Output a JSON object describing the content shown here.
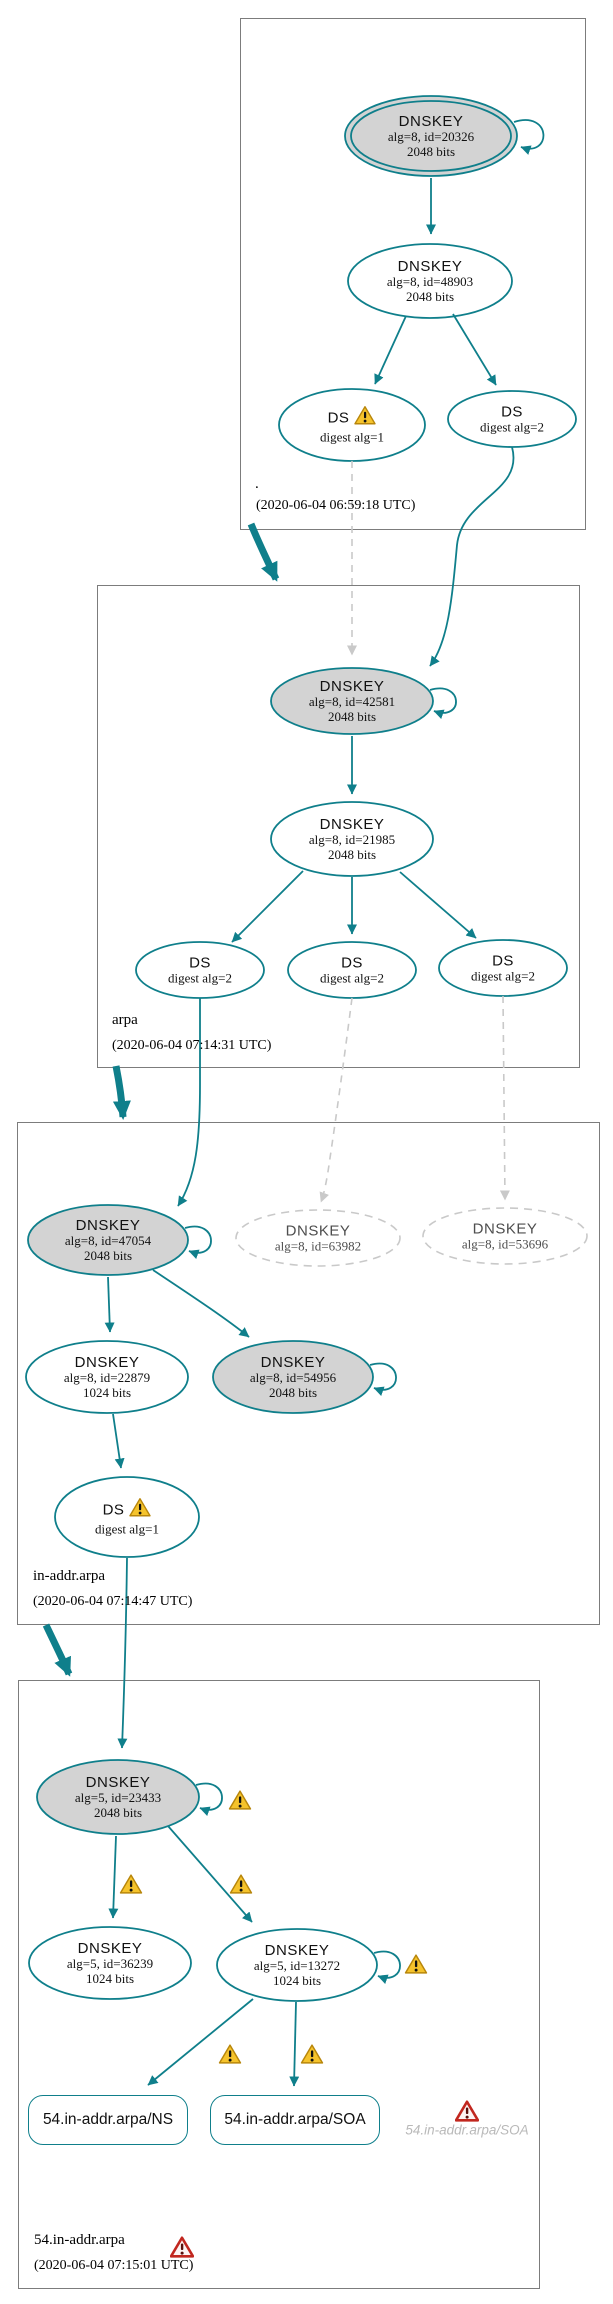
{
  "diagram_title": "DNSSEC authentication chain",
  "colors": {
    "secure_teal": "#0f7f8b",
    "key_fill_gray": "#d3d3d3",
    "ghost_gray": "#c9c9c9",
    "warning_yellow": "#f5c32c",
    "error_red": "#c1271f",
    "box_border_gray": "#7c7c7c"
  },
  "icons": {
    "warning": "warning-triangle-icon",
    "error": "error-triangle-icon"
  },
  "zones": {
    "root": {
      "label": ".",
      "timestamp": "(2020-06-04 06:59:18 UTC)",
      "ksk": {
        "type": "DNSKEY",
        "alg": "alg=8, id=20326",
        "bits": "2048 bits"
      },
      "zsk": {
        "type": "DNSKEY",
        "alg": "alg=8, id=48903",
        "bits": "2048 bits"
      },
      "ds1": {
        "type": "DS",
        "alg": "digest alg=1"
      },
      "ds2": {
        "type": "DS",
        "alg": "digest alg=2"
      }
    },
    "arpa": {
      "label": "arpa",
      "timestamp": "(2020-06-04 07:14:31 UTC)",
      "ksk": {
        "type": "DNSKEY",
        "alg": "alg=8, id=42581",
        "bits": "2048 bits"
      },
      "zsk": {
        "type": "DNSKEY",
        "alg": "alg=8, id=21985",
        "bits": "2048 bits"
      },
      "ds1": {
        "type": "DS",
        "alg": "digest alg=2"
      },
      "ds2": {
        "type": "DS",
        "alg": "digest alg=2"
      },
      "ds3": {
        "type": "DS",
        "alg": "digest alg=2"
      }
    },
    "in_addr": {
      "label": "in-addr.arpa",
      "timestamp": "(2020-06-04 07:14:47 UTC)",
      "ksk": {
        "type": "DNSKEY",
        "alg": "alg=8, id=47054",
        "bits": "2048 bits"
      },
      "ghost1": {
        "type": "DNSKEY",
        "alg": "alg=8, id=63982"
      },
      "ghost2": {
        "type": "DNSKEY",
        "alg": "alg=8, id=53696"
      },
      "zsk": {
        "type": "DNSKEY",
        "alg": "alg=8, id=22879",
        "bits": "1024 bits"
      },
      "key2": {
        "type": "DNSKEY",
        "alg": "alg=8, id=54956",
        "bits": "2048 bits"
      },
      "ds": {
        "type": "DS",
        "alg": "digest alg=1"
      }
    },
    "leaf": {
      "label": "54.in-addr.arpa",
      "timestamp": "(2020-06-04 07:15:01 UTC)",
      "ksk": {
        "type": "DNSKEY",
        "alg": "alg=5, id=23433",
        "bits": "2048 bits"
      },
      "key2": {
        "type": "DNSKEY",
        "alg": "alg=5, id=36239",
        "bits": "1024 bits"
      },
      "zsk": {
        "type": "DNSKEY",
        "alg": "alg=5, id=13272",
        "bits": "1024 bits"
      },
      "rrset_ns": "54.in-addr.arpa/NS",
      "rrset_soa": "54.in-addr.arpa/SOA",
      "rrset_soa_missing": "54.in-addr.arpa/SOA"
    }
  }
}
